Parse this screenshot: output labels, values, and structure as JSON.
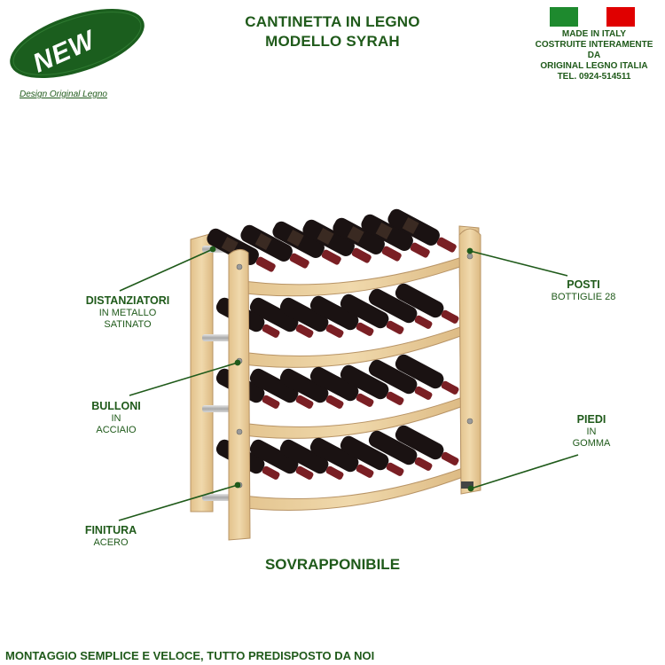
{
  "header": {
    "title_line1": "CANTINETTA IN LEGNO",
    "title_line2": "MODELLO SYRAH"
  },
  "badge": {
    "text": "NEW",
    "color": "#1b5e1e",
    "design_text": "Design Original Legno"
  },
  "made_in": {
    "flag_colors": [
      "#1e8a2e",
      "#ffffff",
      "#e00000"
    ],
    "lines": [
      "MADE IN ITALY",
      "COSTRUITE INTERAMENTE",
      "DA",
      "ORIGINAL LEGNO ITALIA",
      "TEL. 0924-514511"
    ]
  },
  "callouts": {
    "distanziatori": {
      "head": "DISTANZIATORI",
      "line1": "IN METALLO",
      "line2": "SATINATO"
    },
    "bulloni": {
      "head": "BULLONI",
      "line1": "IN",
      "line2": "ACCIAIO"
    },
    "finitura": {
      "head": "FINITURA",
      "line1": "ACERO"
    },
    "posti": {
      "head": "POSTI",
      "line1": "BOTTIGLIE 28"
    },
    "piedi": {
      "head": "PIEDI",
      "line1": "IN",
      "line2": "GOMMA"
    }
  },
  "stackable": "SOVRAPPONIBILE",
  "footer": "MONTAGGIO SEMPLICE E VELOCE, TUTTO PREDISPOSTO DA NOI",
  "colors": {
    "text_green": "#1f5a1a",
    "wood": "#e9cfa0",
    "bottle_glass": "#1a1212",
    "bottle_cap": "#7a1f24"
  }
}
